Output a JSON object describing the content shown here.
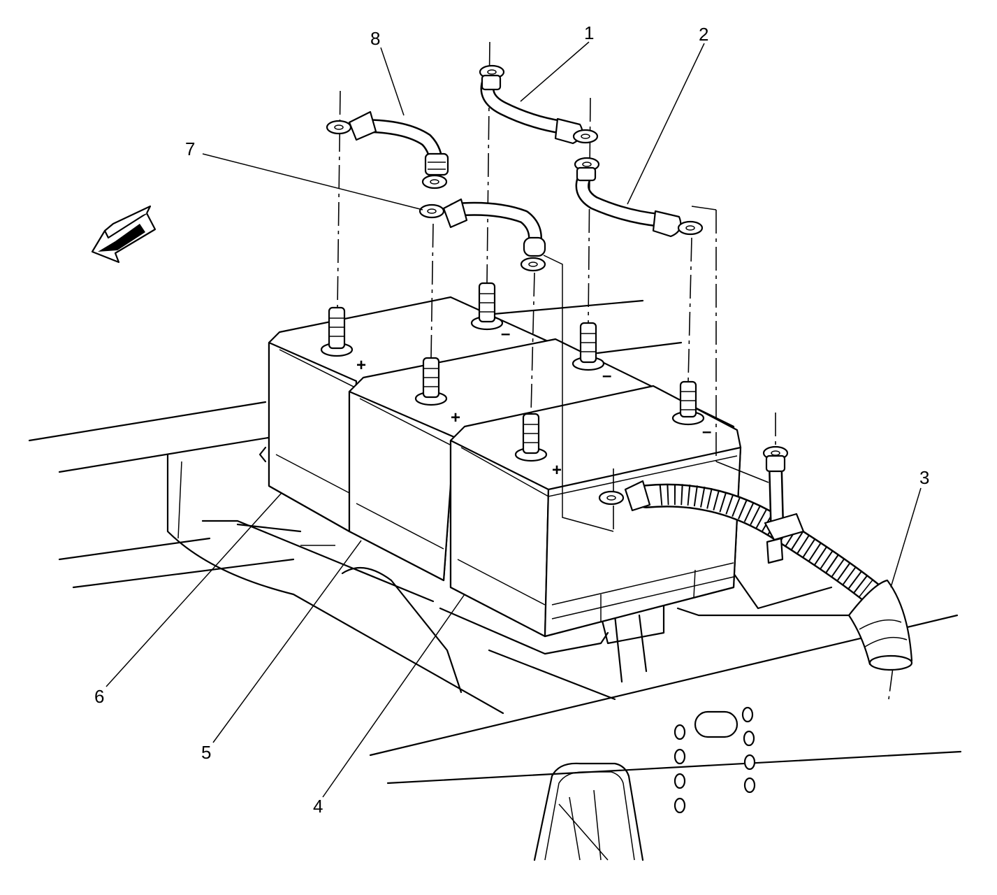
{
  "callouts": [
    {
      "id": "1",
      "label": "1"
    },
    {
      "id": "2",
      "label": "2"
    },
    {
      "id": "3",
      "label": "3"
    },
    {
      "id": "4",
      "label": "4"
    },
    {
      "id": "5",
      "label": "5"
    },
    {
      "id": "6",
      "label": "6"
    },
    {
      "id": "7",
      "label": "7"
    },
    {
      "id": "8",
      "label": "8"
    }
  ],
  "terminal_marks": {
    "plus": "+",
    "minus": "–"
  },
  "icons": [
    "front-direction-arrow-icon"
  ]
}
